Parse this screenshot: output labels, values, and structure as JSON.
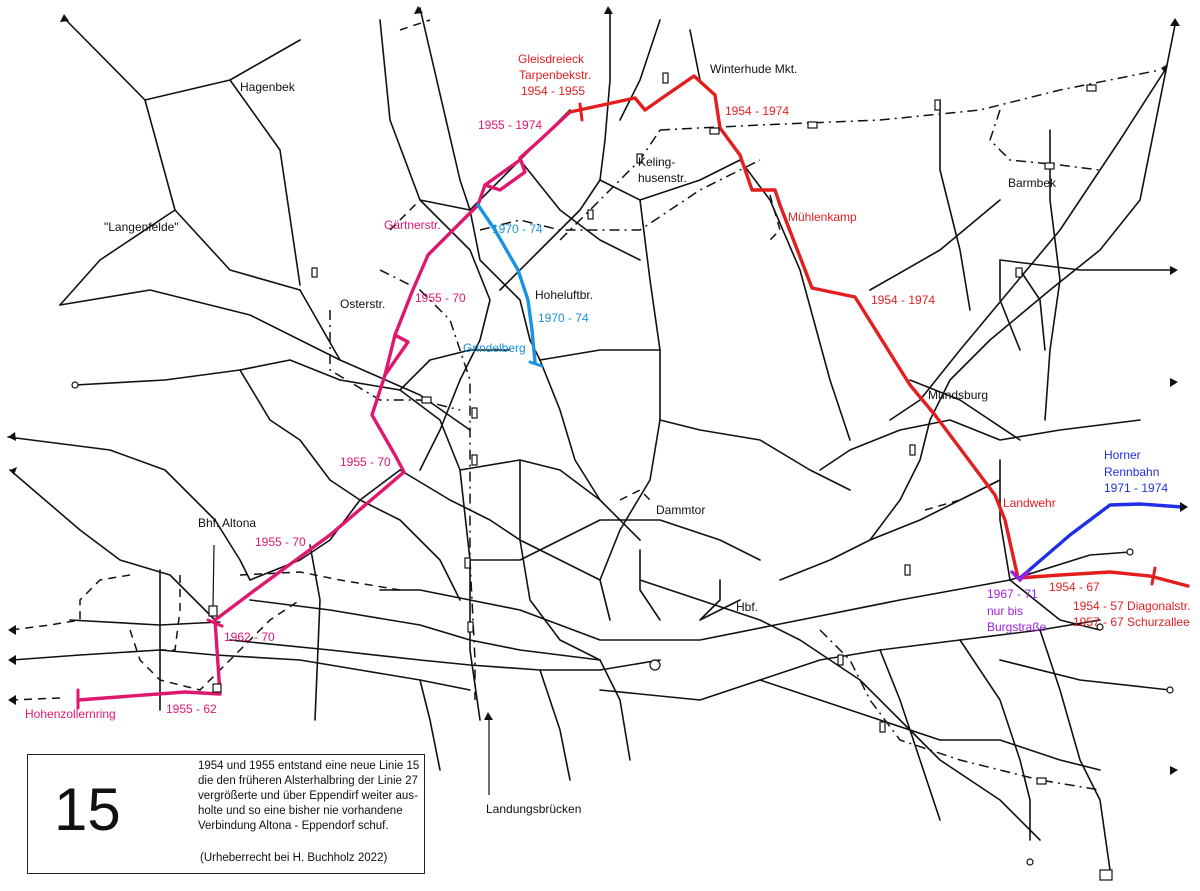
{
  "map": {
    "line_number": "15",
    "colors": {
      "network": "#111111",
      "line_1955_magenta": "#e0176f",
      "line_1954_red": "#e41e1e",
      "line_1970_cyan": "#1a93e0",
      "line_1971_blue": "#1f2fe6",
      "line_1967_violet": "#a020e0"
    },
    "labels": {
      "hagenbek": "Hagenbek",
      "langenfelde": "\"Langenfelde\"",
      "osterstr": "Osterstr.",
      "gleisdreieck": "Gleisdreieck",
      "tarpenbekstr": "Tarpenbekstr.",
      "years_1954_1955": "1954 - 1955",
      "winterhude": "Winterhude Mkt.",
      "years_1955_1974": "1955 - 1974",
      "years_1954_1974_a": "1954 - 1974",
      "keling": "Keling-",
      "husenstr": "husenstr.",
      "barmbek": "Barmbek",
      "gaertnerstr": "Gärtnerstr.",
      "years_1970_74_a": "1970 - 74",
      "muehlenkamp": "Mühlenkamp",
      "years_1955_70_a": "1955 - 70",
      "hoheluftbr": "Hoheluftbr.",
      "years_1954_1974_b": "1954 - 1974",
      "years_1970_74_b": "1970 - 74",
      "grindelberg": "Grindelberg",
      "mundsburg": "Mundsburg",
      "years_1955_70_b": "1955 - 70",
      "horner": "Horner",
      "rennbahn": "Rennbahn",
      "years_1971_1974": "1971 - 1974",
      "landwehr": "Landwehr",
      "dammtor": "Dammtor",
      "bhf_altona": "Bhf. Altona",
      "years_1955_70_c": "1955 - 70",
      "years_1962_70": "1962 - 70",
      "hbf": "Hbf.",
      "years_1967_71": "1967 - 71",
      "nur_bis": "nur bis",
      "burgstrasse": "Burgstraße",
      "years_1954_67": "1954 - 67",
      "diagonalstr": "1954 - 57 Diagonalstr.",
      "schurzallee": "1957 - 67 Schurzallee",
      "hohenzollernring": "Hohenzollernring",
      "years_1955_62": "1955 - 62",
      "landungsbruecken": "Landungsbrücken"
    },
    "info": {
      "description": "1954 und 1955 entstand eine neue Linie 15\ndie den früheren Alsterhalbring der Linie 27\nvergrößerte und über Eppendirf weiter aus-\nholte und so eine bisher nie vorhandene\nVerbindung Altona - Eppendorf schuf.",
      "copyright": "(Urheberrecht bei H. Buchholz 2022)"
    }
  }
}
